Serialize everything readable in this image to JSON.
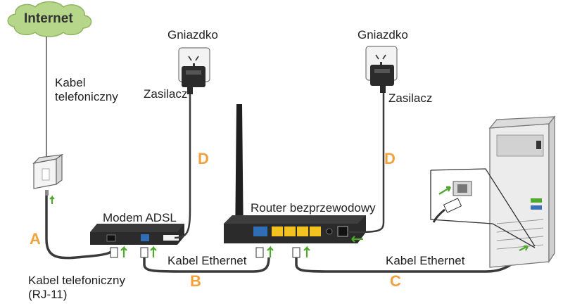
{
  "colors": {
    "cloud": "#b6d78a",
    "cable": "#3a3a3a",
    "device_dark": "#2b2b2b",
    "step_letter": "#f2a23c",
    "arrow": "#4fa82b",
    "port_blue": "#2f6db5",
    "port_yellow": "#f3c221"
  },
  "internet": {
    "label": "Internet"
  },
  "labels": {
    "phone_cable_top_line1": "Kabel",
    "phone_cable_top_line2": "telefoniczny",
    "phone_cable_bottom_line1": "Kabel telefoniczny",
    "phone_cable_bottom_line2": "(RJ-11)",
    "modem": "Modem ADSL",
    "router": "Router bezprzewodowy",
    "socket_left": "Gniazdko",
    "socket_right": "Gniazdko",
    "adapter_left": "Zasilacz",
    "adapter_right": "Zasilacz",
    "ethernet_b": "Kabel Ethernet",
    "ethernet_c": "Kabel Ethernet"
  },
  "steps": {
    "a": "A",
    "b": "B",
    "c": "C",
    "d_left": "D",
    "d_right": "D"
  },
  "icons": [
    "cloud-icon",
    "splitter-icon",
    "wall-socket-icon",
    "power-adapter-icon",
    "modem-icon",
    "router-icon",
    "antenna-icon",
    "pc-tower-icon",
    "rj45-plug-icon",
    "arrow-up-icon"
  ]
}
